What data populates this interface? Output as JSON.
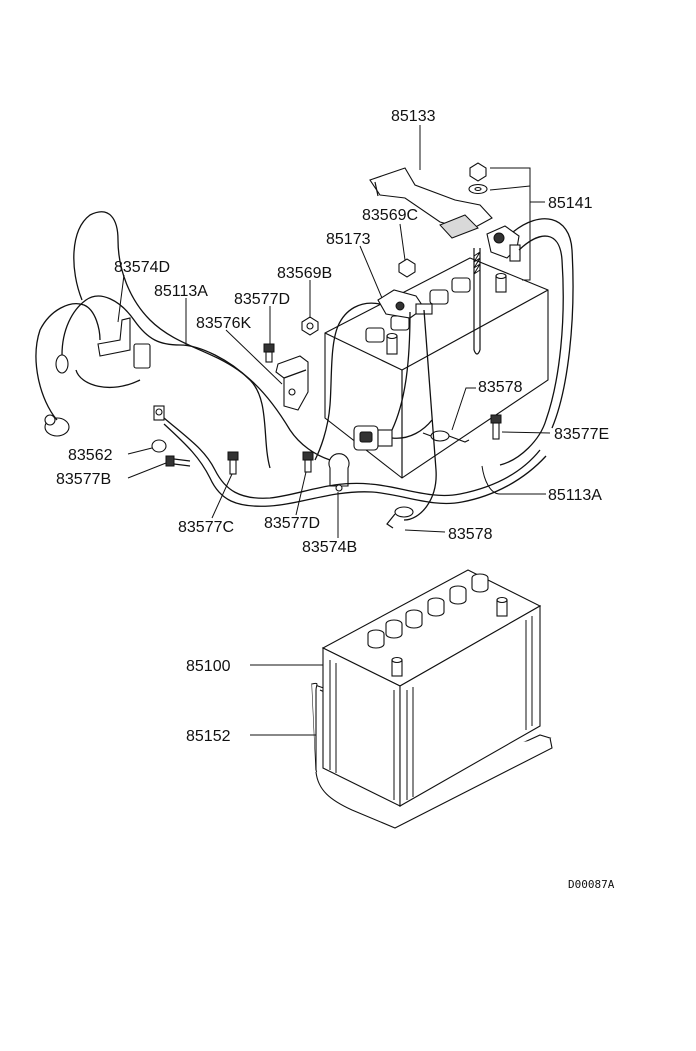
{
  "diagram": {
    "labels": {
      "p85133": "85133",
      "p85141": "85141",
      "p83569C": "83569C",
      "p85173": "85173",
      "p83574D": "83574D",
      "p83569B": "83569B",
      "p85113A_top": "85113A",
      "p83577D_top": "83577D",
      "p83576K": "83576K",
      "p83578_top": "83578",
      "p83577E": "83577E",
      "p83562": "83562",
      "p83577B": "83577B",
      "p85113A_right": "85113A",
      "p83577C": "83577C",
      "p83577D_bottom": "83577D",
      "p83574B": "83574B",
      "p83578_bottom": "83578",
      "p85100": "85100",
      "p85152": "85152"
    },
    "drawing_code": "D00087A"
  }
}
